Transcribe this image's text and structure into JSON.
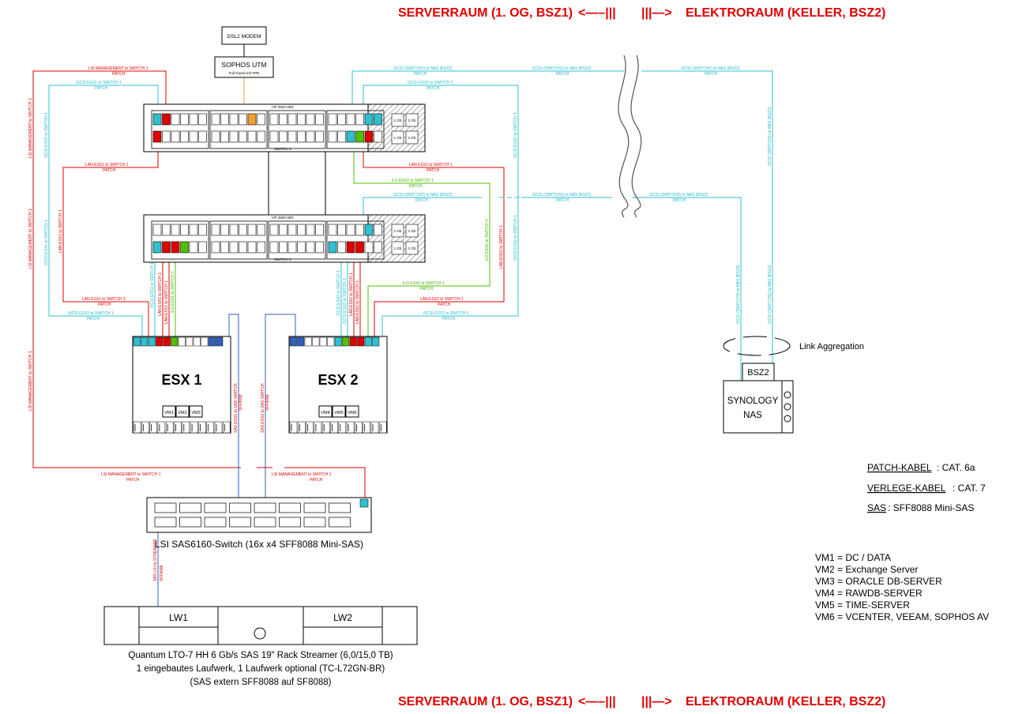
{
  "colors": {
    "red": "#e00000",
    "cyan": "#30c0d0",
    "green": "#50c000",
    "blue": "#3060c0",
    "black": "#000000",
    "hatch": "#909090"
  },
  "header": {
    "left": "SERVERRAUM (1. OG, BSZ1)",
    "arrow_left": "<—–|||",
    "arrow_right": "|||—>",
    "right": "ELEKTRORAUM (KELLER, BSZ2)"
  },
  "footer": {
    "left": "SERVERRAUM (1. OG, BSZ1)",
    "arrow_left": "<—–|||",
    "arrow_right": "|||—>",
    "right": "ELEKTRORAUM (KELLER, BSZ2)"
  },
  "devices": {
    "modem": "DSL2 MODEM",
    "utm_title": "SOPHOS UTM",
    "utm_sub": "Full Guard mit VPN",
    "switch1_model": "HP 2920-48G",
    "switch1_name": "SWITCH 1",
    "switch2_model": "HP 2920-48G",
    "switch2_name": "SWITCH 2",
    "sfp_label": "1 Gb",
    "esx1": "ESX 1",
    "esx2": "ESX 2",
    "vm1": "VM1",
    "vm2": "VM2",
    "vm3": "VM3",
    "vm4": "VM4",
    "vm5": "VM5",
    "vm6": "VM6",
    "nas_line1": "SYNOLOGY",
    "nas_line2": "NAS",
    "bsz2": "BSZ2",
    "link_aggregation": "Link Aggregation",
    "sas_switch": "LSI SAS6160-Switch (16x x4 SFF8088 Mini-SAS)",
    "lw1": "LW1",
    "lw2": "LW2",
    "streamer_line1": "Quantum LTO-7 HH 6 Gb/s SAS 19\" Rack Streamer (6,0/15,0 TB)",
    "streamer_line2": "1 eingebautes Laufwerk, 1 Laufwerk optional (TC-L72GN-BR)",
    "streamer_line3": "(SAS extern SFF8088 auf SF8088)"
  },
  "cable_labels": {
    "lsi_mgmt": "LSI MANAGEMENT to SWITCH 1",
    "patch": "PATCH",
    "iscsi_esx1_sw1": "iSCSI ESX1 to SWITCH 1",
    "iscsi_esx2_sw1": "iSCSI ESX2 to SWITCH 1",
    "iscsi_sw1_nas_1": "iSCSI (SWITCH1) to NAS (BSZ2)",
    "iscsi_sw2_nas": "iSCSI (SWITCH2) to NAS (BSZ2)",
    "lan_esx1_sw1": "LAN ESX1 to SWITCH 1",
    "lan_esx2_sw1": "LAN ESX2 to SWITCH 1",
    "ilo_esx2_sw1": "iLO ESX2 to SWITCH 1",
    "ilo_esx1_sw1": "iLO ESX1 to SWITCH 1",
    "sas_esx1": "SAS ESX1 to SAS-SWITCH",
    "sas_esx2": "SAS ESX2 to SAS-SWITCH",
    "sff8088": "SFF8088",
    "sas_streamer": "SAS LSI to STREAMER"
  },
  "legend": {
    "patch_key": "PATCH-KABEL",
    "patch_val": ": CAT. 6a",
    "verlege_key": "VERLEGE-KABEL",
    "verlege_val": ": CAT. 7",
    "sas_key": "SAS",
    "sas_val": ": SFF8088 Mini-SAS"
  },
  "vm_list": [
    "VM1 = DC / DATA",
    "VM2 = Exchange Server",
    "VM3 = ORACLE DB-SERVER",
    "VM4 = RAWDB-SERVER",
    "VM5 = TIME-SERVER",
    "VM6 = VCENTER, VEEAM, SOPHOS AV"
  ]
}
